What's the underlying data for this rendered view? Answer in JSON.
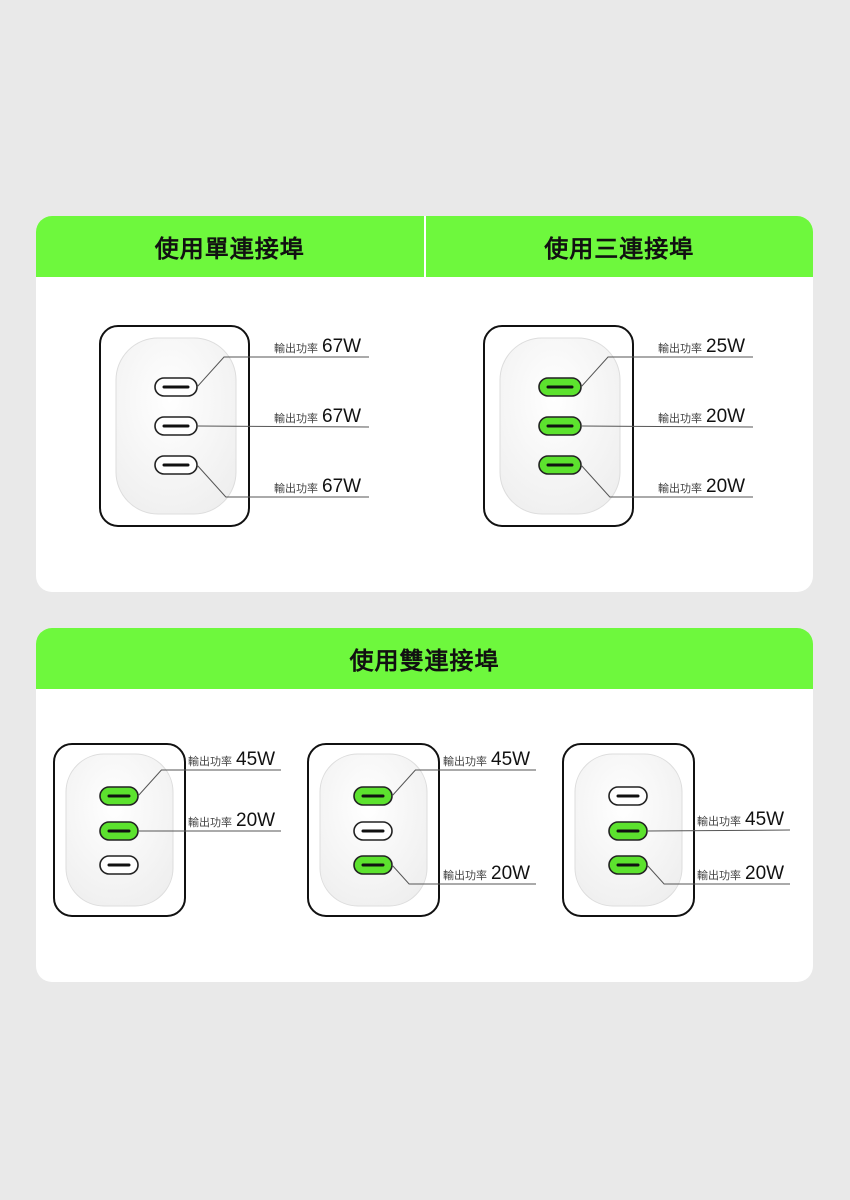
{
  "colors": {
    "accent": "#6ef83d",
    "port_on": "#5ce22e",
    "frame": "#111111",
    "leader": "#555555"
  },
  "panels": {
    "top": {
      "headers": [
        "使用單連接埠",
        "使用三連接埠"
      ],
      "diagrams": [
        {
          "name": "single-port",
          "ports": [
            {
              "active": false,
              "label": "輸出功率",
              "value": "67W"
            },
            {
              "active": false,
              "label": "輸出功率",
              "value": "67W"
            },
            {
              "active": false,
              "label": "輸出功率",
              "value": "67W"
            }
          ]
        },
        {
          "name": "three-port",
          "ports": [
            {
              "active": true,
              "label": "輸出功率",
              "value": "25W"
            },
            {
              "active": true,
              "label": "輸出功率",
              "value": "20W"
            },
            {
              "active": true,
              "label": "輸出功率",
              "value": "20W"
            }
          ]
        }
      ]
    },
    "bottom": {
      "headers": [
        "使用雙連接埠"
      ],
      "diagrams": [
        {
          "name": "dual-port-a",
          "ports": [
            {
              "active": true,
              "label": "輸出功率",
              "value": "45W"
            },
            {
              "active": true,
              "label": "輸出功率",
              "value": "20W"
            },
            {
              "active": false
            }
          ]
        },
        {
          "name": "dual-port-b",
          "ports": [
            {
              "active": true,
              "label": "輸出功率",
              "value": "45W"
            },
            {
              "active": false
            },
            {
              "active": true,
              "label": "輸出功率",
              "value": "20W"
            }
          ]
        },
        {
          "name": "dual-port-c",
          "ports": [
            {
              "active": false
            },
            {
              "active": true,
              "label": "輸出功率",
              "value": "45W"
            },
            {
              "active": true,
              "label": "輸出功率",
              "value": "20W"
            }
          ]
        }
      ]
    }
  }
}
